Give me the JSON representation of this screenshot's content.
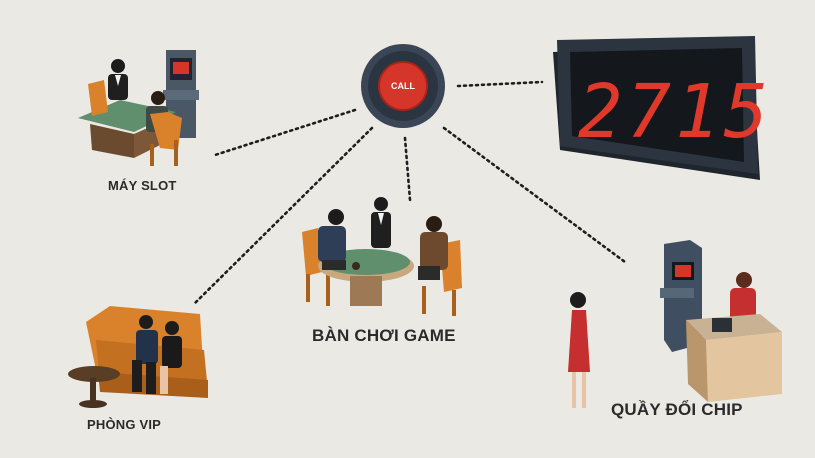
{
  "call_button": {
    "label": "CALL",
    "icon": "call-button-icon"
  },
  "display": {
    "value": "2715",
    "digit_color": "#e0392b"
  },
  "stations": {
    "slot": {
      "label": "MÁY SLOT"
    },
    "game": {
      "label": "BÀN CHƠI GAME"
    },
    "vip": {
      "label": "PHÒNG VIP"
    },
    "chip": {
      "label": "QUẦY ĐỔI CHIP"
    }
  },
  "colors": {
    "background": "#ebe9e4",
    "felt": "#5f8f6c",
    "chair": "#d9822b",
    "sofa": "#d9822b",
    "call_red": "#d6362a",
    "display_body": "#2c3440"
  }
}
